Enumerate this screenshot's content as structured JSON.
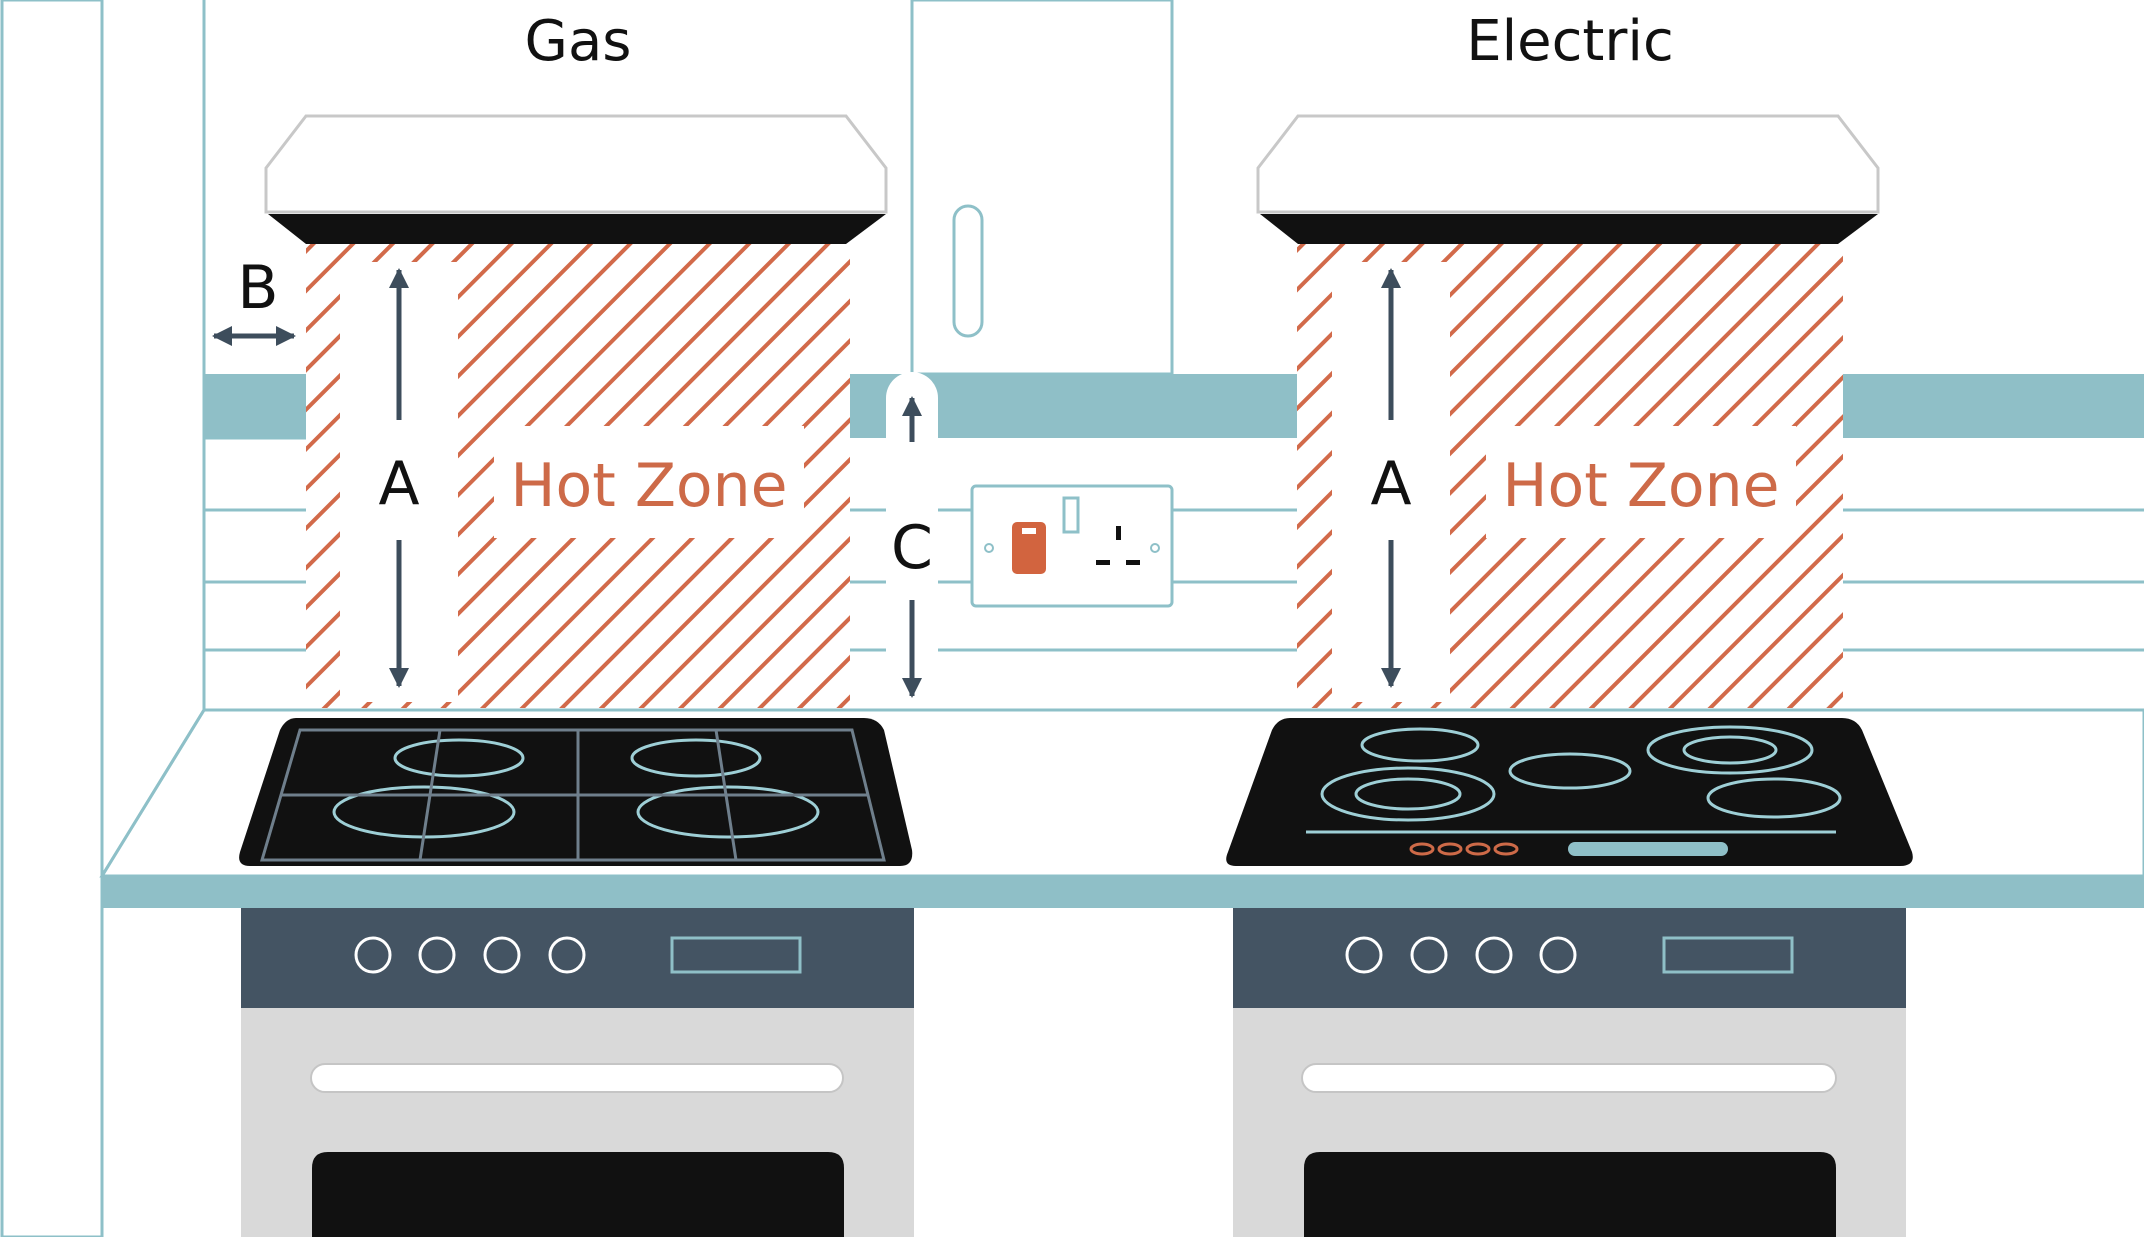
{
  "titles": {
    "gas": "Gas",
    "electric": "Electric"
  },
  "labels": {
    "a_gas": "A",
    "a_electric": "A",
    "b": "B",
    "c": "C",
    "hot_zone_gas": "Hot Zone",
    "hot_zone_electric": "Hot Zone"
  },
  "colors": {
    "outline": "#8ec0c8",
    "teal_band": "#8fbfc7",
    "hatch": "#d26a4a",
    "hot_zone_text": "#cd6a48",
    "arrow": "#3d4d5c",
    "hob_black": "#111111",
    "oven_panel": "#445463",
    "oven_body": "#d9d9d9",
    "extractor_outline": "#c8c8c8",
    "switch_orange": "#d2643f"
  },
  "icons": {
    "gas_hob": "gas-hob-icon",
    "electric_hob": "ceramic-hob-icon",
    "socket": "double-socket-icon",
    "extractor": "cooker-hood-icon",
    "oven": "oven-icon"
  }
}
